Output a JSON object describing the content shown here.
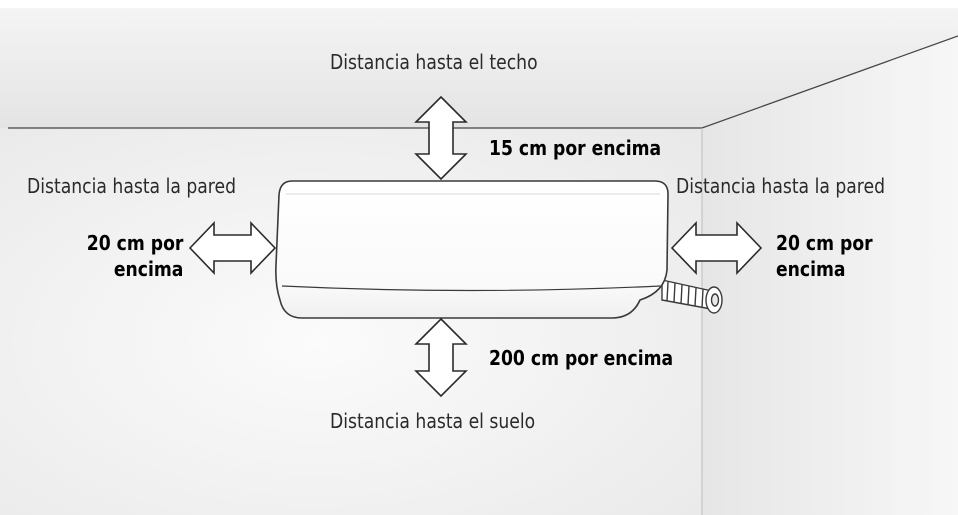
{
  "labels": {
    "ceiling": "Distancia hasta el techo",
    "floor": "Distancia hasta el suelo",
    "wall_left": "Distancia hasta la pared",
    "wall_right": "Distancia hasta la pared"
  },
  "clearances": {
    "top": "15 cm por encima",
    "bottom": "200 cm por encima",
    "left_line1": "20 cm por",
    "left_line2": "encima",
    "right_line1": "20 cm por",
    "right_line2": "encima"
  },
  "colors": {
    "ceiling": "#e6e6e6",
    "back_wall": "#eeeeee",
    "side_wall": "#f3f3f3",
    "outline": "#3a3a3a",
    "unit": "#ffffff"
  }
}
